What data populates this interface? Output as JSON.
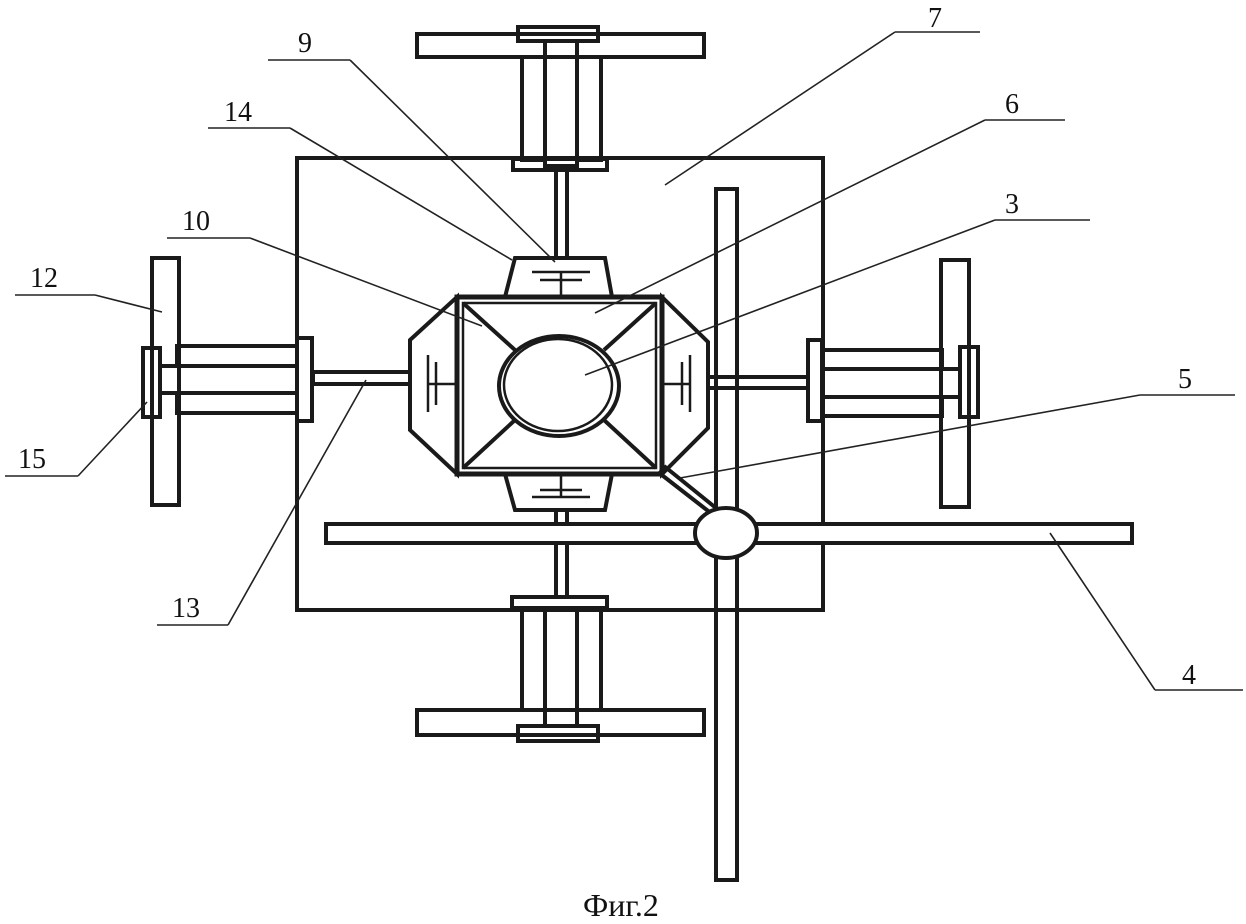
{
  "figure": {
    "caption": "Фиг.2",
    "labels": {
      "l7": "7",
      "l9": "9",
      "l6": "6",
      "l14": "14",
      "l10": "10",
      "l3": "3",
      "l12": "12",
      "l5": "5",
      "l15": "15",
      "l13": "13",
      "l4": "4"
    }
  }
}
